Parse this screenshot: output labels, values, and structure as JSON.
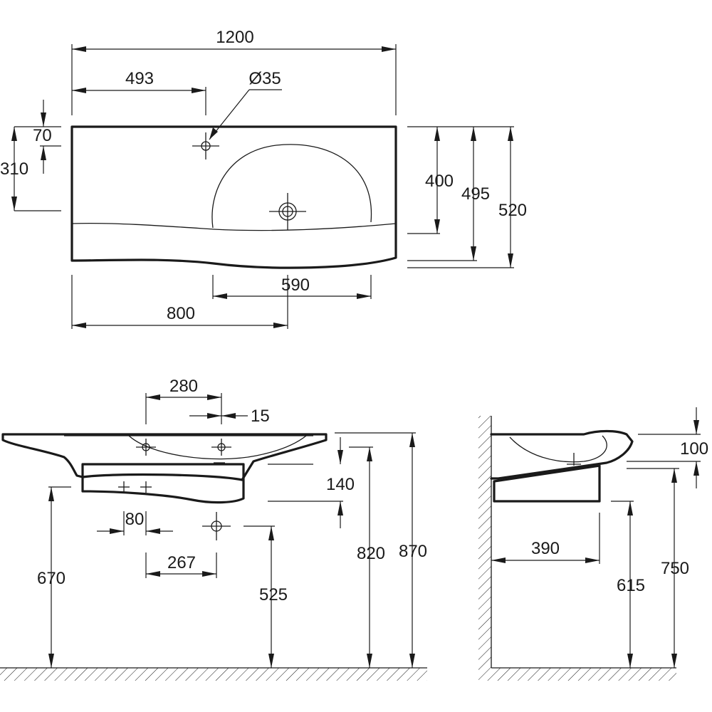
{
  "dimensions": {
    "top_width": "1200",
    "top_tap_offset": "493",
    "top_tap_hole": "Ø35",
    "top_edge_to_tap": "70",
    "top_back_depth": "310",
    "top_basin_depth": "400",
    "top_mid_depth": "495",
    "top_total_depth": "520",
    "top_bowl_width": "590",
    "top_drain_offset": "800",
    "front_tap_span": "280",
    "front_tap_small": "15",
    "front_bowl_height": "140",
    "front_bracket_span": "80",
    "front_fix_span": "267",
    "front_floor_to_underside": "670",
    "front_floor_to_waste": "525",
    "front_floor_to_bowl": "820",
    "front_floor_to_rim": "870",
    "side_rim_thickness": "100",
    "side_projection": "390",
    "side_floor_to_cabinet": "615",
    "side_floor_to_rim": "750"
  },
  "colors": {
    "line": "#1a1a1a",
    "background": "#ffffff"
  }
}
